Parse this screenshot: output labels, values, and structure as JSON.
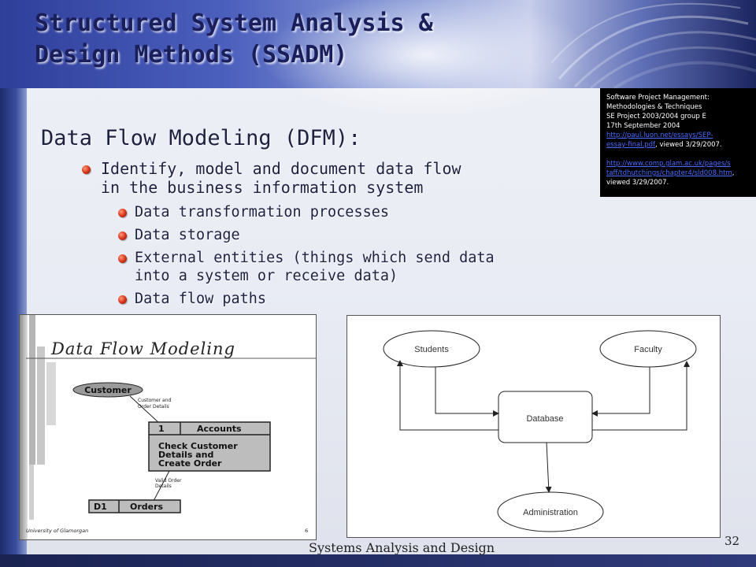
{
  "slide": {
    "title_line1": "Structured System Analysis &",
    "title_line2": "Design Methods (SSADM)",
    "heading": "Data Flow Modeling (DFM):",
    "bullet1_line1": "Identify, model and document data flow",
    "bullet1_line2": "in the business information system",
    "sub_bullets": [
      {
        "line1": "Data transformation processes",
        "line2": ""
      },
      {
        "line1": "Data storage",
        "line2": ""
      },
      {
        "line1": "External entities (things which send data",
        "line2": "into a system or receive data)"
      },
      {
        "line1": "Data flow paths",
        "line2": ""
      }
    ],
    "footer": "Systems Analysis and Design",
    "page_number": "32"
  },
  "reference": {
    "line1": "Software Project Management:",
    "line2": "Methodologies & Techniques",
    "line3": "SE Project 2003/2004 group E",
    "line4": "17th September 2004",
    "link1_part1": "http://paul.luon.net/essays/SEP-",
    "link1_part2": "essay-final.pdf",
    "viewed1": ", viewed 3/29/2007.",
    "link2_part1": "http://www.comp.glam.ac.uk/pages/s",
    "link2_part2": "taff/tdhutchings/chapter4/sld008.htm",
    "viewed2_a": ",",
    "viewed2_b": "viewed 3/29/2007."
  },
  "scan": {
    "title": "Data Flow Modeling",
    "entity": "Customer",
    "flow1_line1": "Customer and",
    "flow1_line2": "Order Details",
    "process_id": "1",
    "process_location": "Accounts",
    "process_line1": "Check Customer",
    "process_line2": "Details and",
    "process_line3": "Create Order",
    "flow2_line1": "Valid Order",
    "flow2_line2": "Details",
    "store_id": "D1",
    "store_name": "Orders",
    "university": "University of Glamorgan",
    "slide_no": "6"
  },
  "diagram": {
    "students": "Students",
    "faculty": "Faculty",
    "database": "Database",
    "administration": "Administration"
  },
  "colors": {
    "title_text": "#1a1f5c",
    "bullet": "#d9381e",
    "link": "#4a6aff"
  }
}
